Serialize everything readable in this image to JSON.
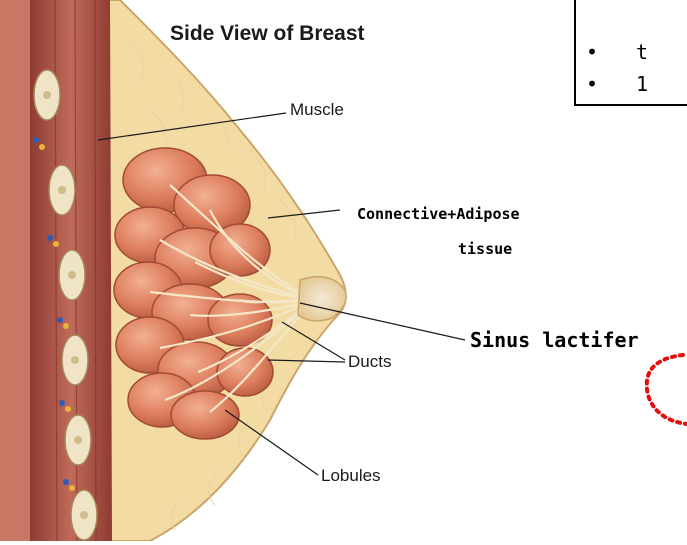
{
  "title": "Side View of Breast",
  "labels": {
    "muscle": "Muscle",
    "ducts": "Ducts",
    "lobules": "Lobules"
  },
  "annotations": {
    "connective_line1": "Connective+Adipose",
    "connective_line2": "tissue",
    "sinus": "Sinus lactifer"
  },
  "info_box": {
    "bullet": "•",
    "line1": "t",
    "line2": "1"
  },
  "colors": {
    "skin": "#f3dca4",
    "muscle": "#b85a4c",
    "gland": "#e08a68",
    "annotation_circle": "#e01010"
  }
}
